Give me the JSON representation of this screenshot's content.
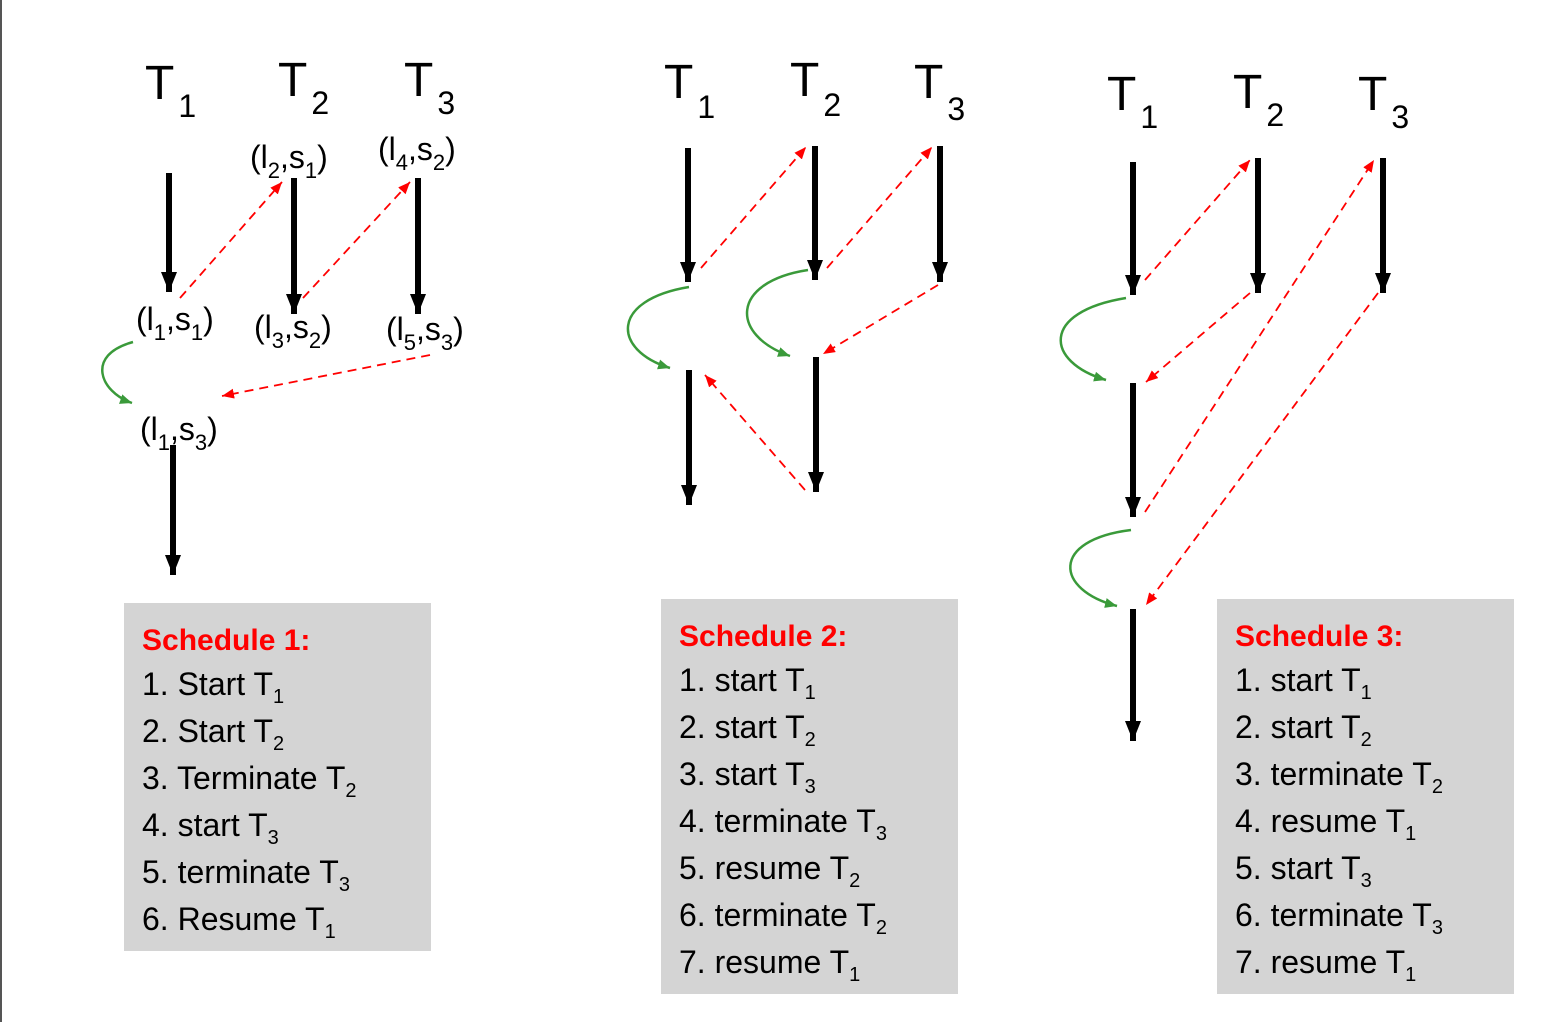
{
  "diagrams": [
    {
      "threads": [
        {
          "base": "T",
          "sub": "1"
        },
        {
          "base": "T",
          "sub": "2"
        },
        {
          "base": "T",
          "sub": "3"
        }
      ],
      "labels": [
        {
          "l": "2",
          "s": "1"
        },
        {
          "l": "4",
          "s": "2"
        },
        {
          "l": "1",
          "s": "1"
        },
        {
          "l": "3",
          "s": "2"
        },
        {
          "l": "5",
          "s": "3"
        },
        {
          "l": "1",
          "s": "3"
        }
      ]
    },
    {
      "threads": [
        {
          "base": "T",
          "sub": "1"
        },
        {
          "base": "T",
          "sub": "2"
        },
        {
          "base": "T",
          "sub": "3"
        }
      ]
    },
    {
      "threads": [
        {
          "base": "T",
          "sub": "1"
        },
        {
          "base": "T",
          "sub": "2"
        },
        {
          "base": "T",
          "sub": "3"
        }
      ]
    }
  ],
  "schedules": [
    {
      "title": "Schedule 1:",
      "steps": [
        {
          "text": "1. Start T",
          "sub": "1"
        },
        {
          "text": "2. Start T",
          "sub": "2"
        },
        {
          "text": "3. Terminate T",
          "sub": "2"
        },
        {
          "text": "4. start T",
          "sub": "3"
        },
        {
          "text": "5. terminate T",
          "sub": "3"
        },
        {
          "text": "6. Resume T",
          "sub": "1"
        }
      ]
    },
    {
      "title": "Schedule 2:",
      "steps": [
        {
          "text": "1. start T",
          "sub": "1"
        },
        {
          "text": "2. start T",
          "sub": "2"
        },
        {
          "text": "3. start T",
          "sub": "3"
        },
        {
          "text": "4. terminate T",
          "sub": "3"
        },
        {
          "text": "5. resume T",
          "sub": "2"
        },
        {
          "text": "6. terminate T",
          "sub": "2"
        },
        {
          "text": "7. resume T",
          "sub": "1"
        }
      ]
    },
    {
      "title": "Schedule 3:",
      "steps": [
        {
          "text": "1. start T",
          "sub": "1"
        },
        {
          "text": "2. start T",
          "sub": "2"
        },
        {
          "text": "3. terminate T",
          "sub": "2"
        },
        {
          "text": "4. resume T",
          "sub": "1"
        },
        {
          "text": "5. start T",
          "sub": "3"
        },
        {
          "text": "6. terminate T",
          "sub": "3"
        },
        {
          "text": "7. resume T",
          "sub": "1"
        }
      ]
    }
  ],
  "colors": {
    "execution": "#000000",
    "spawn_dashed": "#ff0000",
    "continuation": "#3a9a3a",
    "box_background": "#d4d4d4",
    "title": "#ff0000"
  }
}
